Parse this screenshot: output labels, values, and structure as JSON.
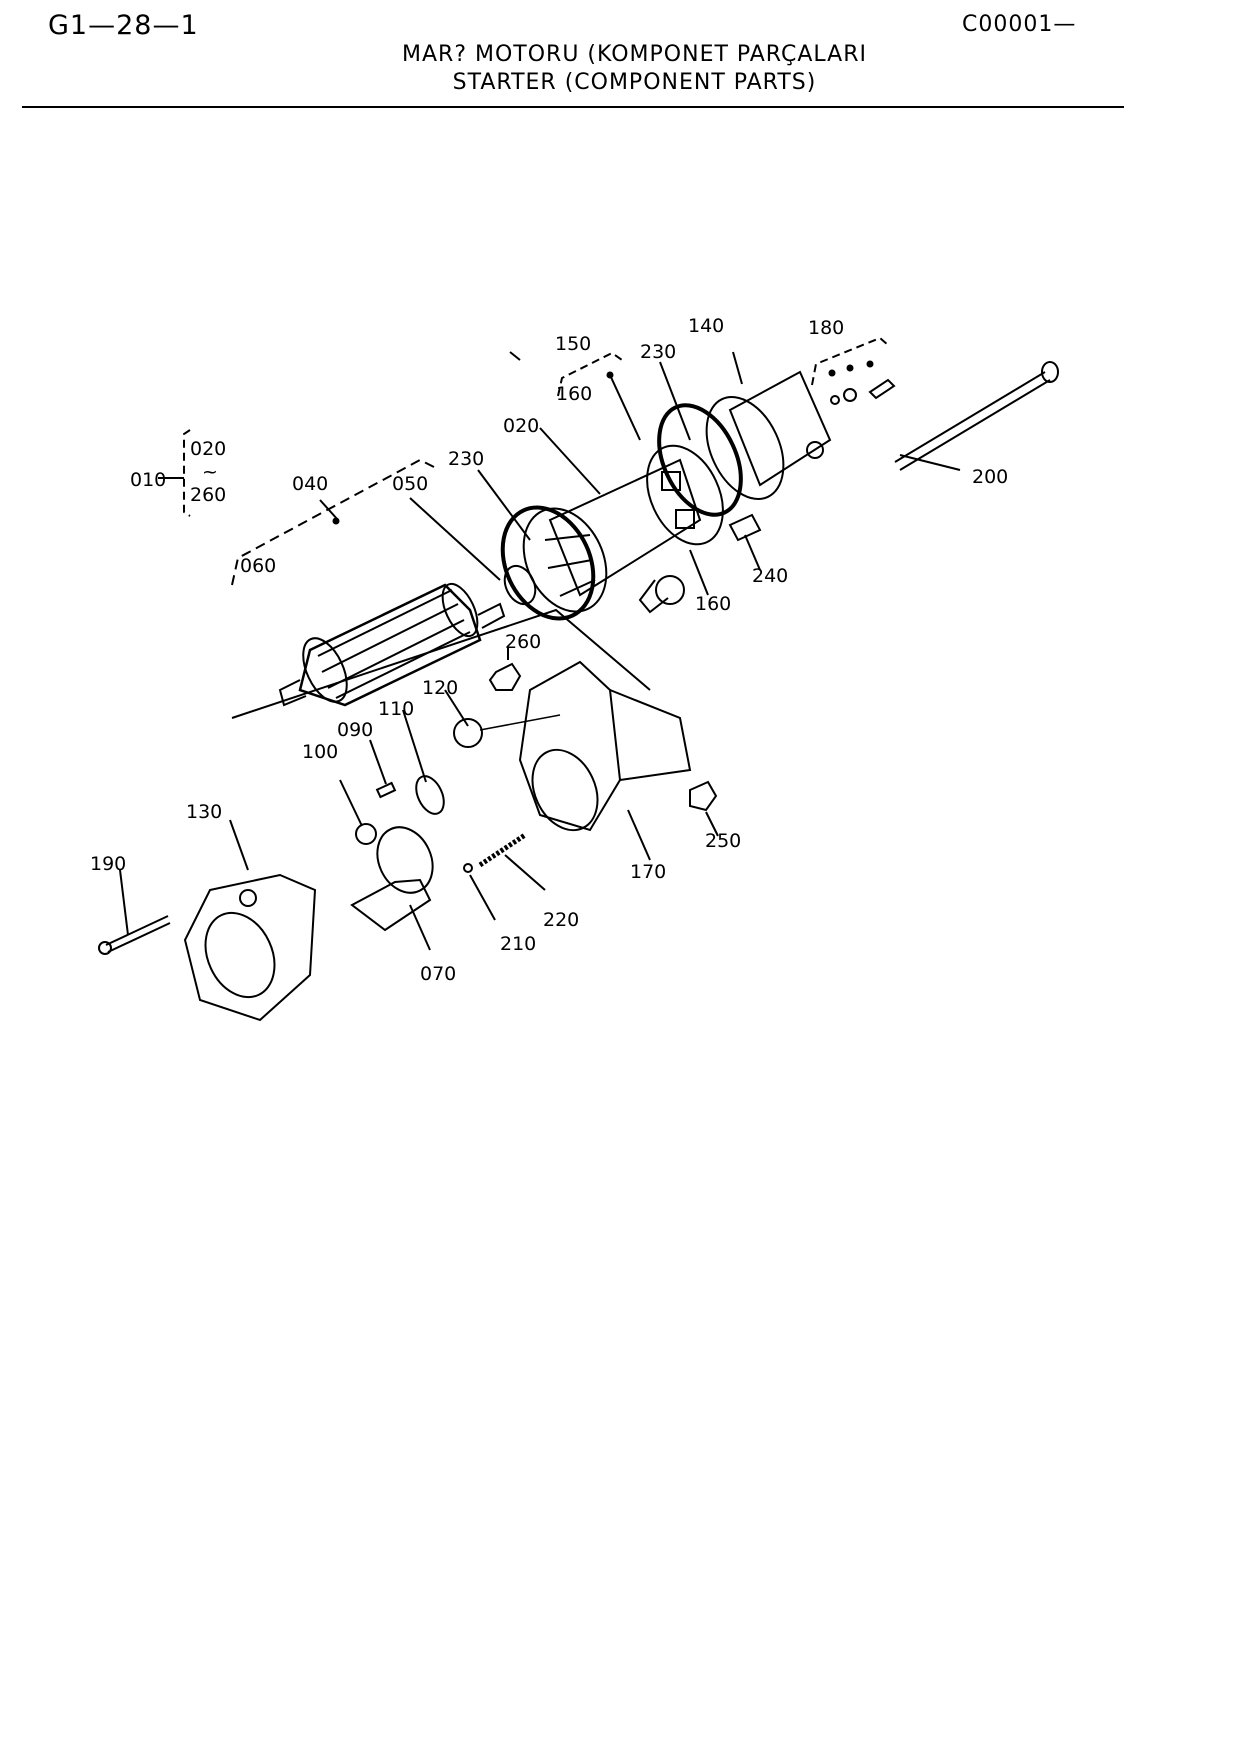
{
  "header": {
    "page_code": "G1—28—1",
    "doc_code": "C00001—",
    "title_tr": "MAR? MOTORU (KOMPONET PARÇALARI",
    "title_en": "STARTER (COMPONENT PARTS)"
  },
  "callouts": {
    "c010": "010",
    "c020a": "020",
    "c020b": "020",
    "c260a": "260",
    "c260b": "260",
    "c040": "040",
    "c050": "050",
    "c060": "060",
    "c070": "070",
    "c090": "090",
    "c100": "100",
    "c110": "110",
    "c120": "120",
    "c130": "130",
    "c140": "140",
    "c150": "150",
    "c160a": "160",
    "c160b": "160",
    "c170": "170",
    "c180": "180",
    "c190": "190",
    "c200": "200",
    "c210": "210",
    "c220": "220",
    "c230a": "230",
    "c230b": "230",
    "c240": "240",
    "c250": "250",
    "tilde": "~"
  }
}
